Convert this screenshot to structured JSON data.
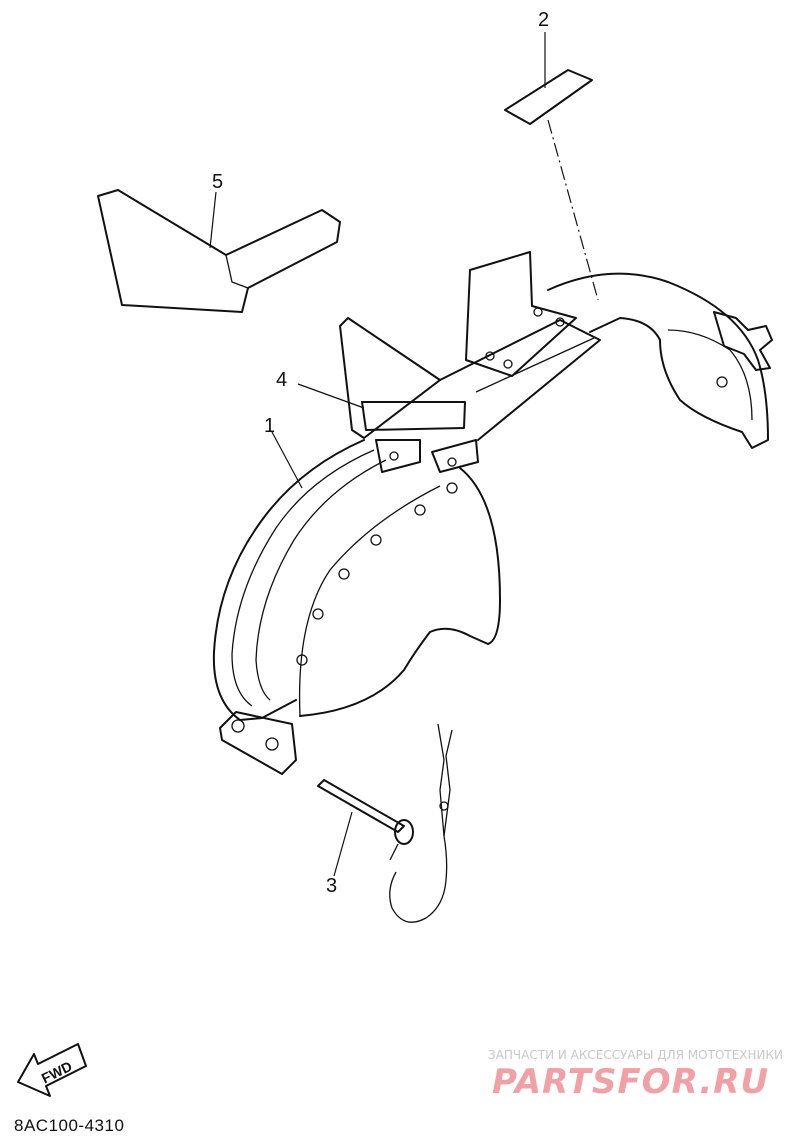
{
  "diagram": {
    "callouts": [
      {
        "id": "1",
        "label": "1"
      },
      {
        "id": "2",
        "label": "2"
      },
      {
        "id": "3",
        "label": "3"
      },
      {
        "id": "4",
        "label": "4"
      },
      {
        "id": "5",
        "label": "5"
      }
    ],
    "fwd_label": "FWD",
    "diagram_code": "8AC100-4310"
  },
  "watermark": {
    "caption": "ЗАПЧАСТИ И АКСЕССУАРЫ ДЛЯ МОТОТЕХНИКИ",
    "logo": "PARTSFOR.RU"
  }
}
